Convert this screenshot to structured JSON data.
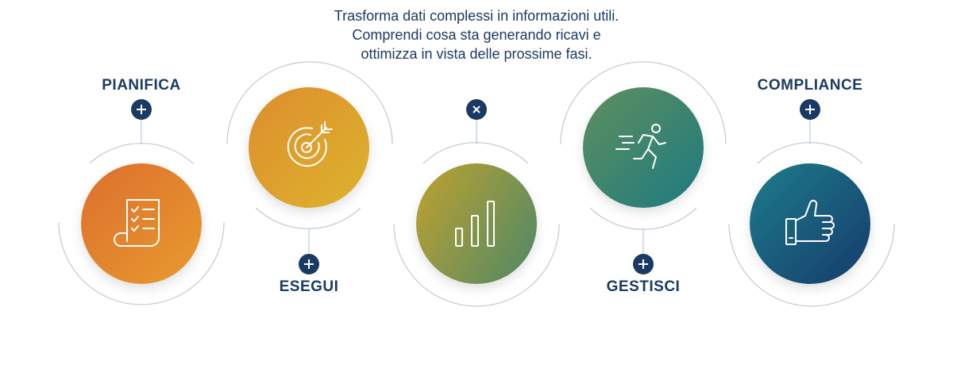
{
  "steps": [
    {
      "title": "PIANIFICA",
      "toggle": "+",
      "icon": "checklist-icon"
    },
    {
      "title": "ESEGUI",
      "toggle": "+",
      "icon": "target-icon"
    },
    {
      "title": "",
      "toggle": "×",
      "icon": "bar-chart-icon"
    },
    {
      "title": "GESTISCI",
      "toggle": "+",
      "icon": "running-person-icon"
    },
    {
      "title": "COMPLIANCE",
      "toggle": "+",
      "icon": "thumbs-up-icon"
    }
  ],
  "active_description": "Trasforma dati complessi in informazioni utili. Comprendi cosa sta generando ricavi e ottimizza in vista delle prossime fasi.",
  "colors": {
    "text": "#1b3a63",
    "button": "#1b3a63",
    "line": "#c3cedb",
    "circle1": [
      "#e07a30",
      "#e8912f"
    ],
    "circle2": [
      "#e0962e",
      "#e0b72d"
    ],
    "circle3": [
      "#b8a030",
      "#4f8a6a"
    ],
    "circle4": [
      "#5a9060",
      "#1f7a80"
    ],
    "circle5": [
      "#1f7a8a",
      "#163e6e"
    ]
  }
}
